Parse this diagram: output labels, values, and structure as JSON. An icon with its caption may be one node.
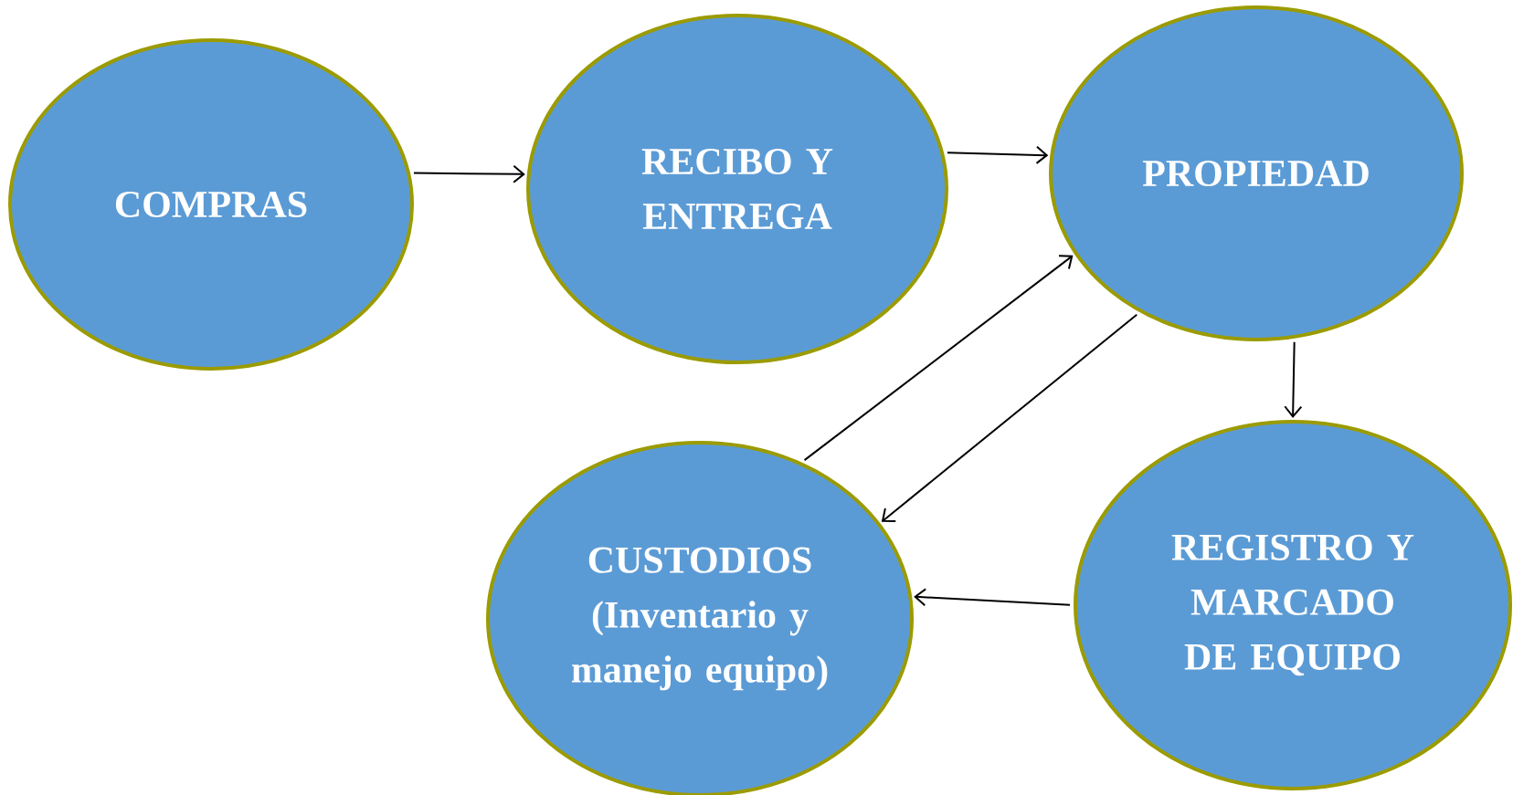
{
  "diagram": {
    "nodes": [
      {
        "text": [
          "COMPRAS"
        ]
      },
      {
        "text": [
          "RECIBO Y ENTREGA"
        ]
      },
      {
        "text": [
          "PROPIEDAD"
        ]
      },
      {
        "text": [
          "CUSTODIOS (Inventario y manejo equipo)"
        ]
      },
      {
        "text": [
          "REGISTRO Y MARCADO DE EQUIPO"
        ]
      }
    ],
    "edges": [
      {
        "from": 0,
        "to": 1,
        "arrow": "to"
      },
      {
        "from": 1,
        "to": 2,
        "arrow": "to"
      },
      {
        "from": 3,
        "to": 2,
        "arrow": "to"
      },
      {
        "from": 2,
        "to": 3,
        "arrow": "to"
      },
      {
        "from": 2,
        "to": 4,
        "arrow": "to"
      },
      {
        "from": 4,
        "to": 3,
        "arrow": "to"
      }
    ]
  }
}
